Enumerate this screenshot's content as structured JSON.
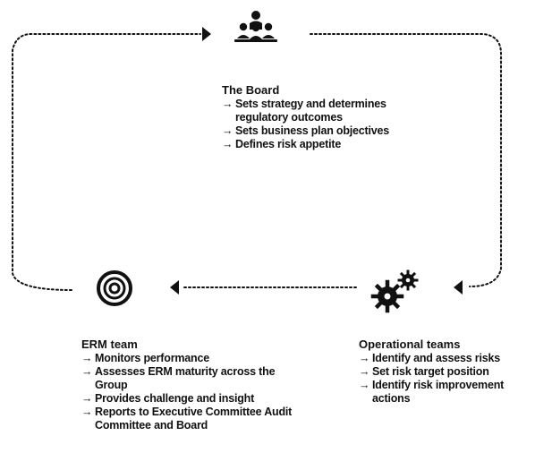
{
  "board": {
    "title": "The Board",
    "items": [
      "Sets strategy and determines regulatory outcomes",
      "Sets business plan objectives",
      "Defines risk appetite"
    ]
  },
  "erm": {
    "title": "ERM team",
    "items": [
      "Monitors performance",
      "Assesses ERM maturity across the Group",
      "Provides challenge and insight",
      "Reports to Executive Committee Audit Committee and Board"
    ]
  },
  "operational": {
    "title": "Operational teams",
    "items": [
      "Identify and assess risks",
      "Set risk target position",
      "Identify risk improvement actions"
    ]
  },
  "bullet_symbol": "→",
  "icons": {
    "board": "group-of-people-icon",
    "erm": "target-rings-icon",
    "operational": "gears-icon"
  },
  "colors": {
    "ink": "#111111",
    "background": "#ffffff"
  }
}
